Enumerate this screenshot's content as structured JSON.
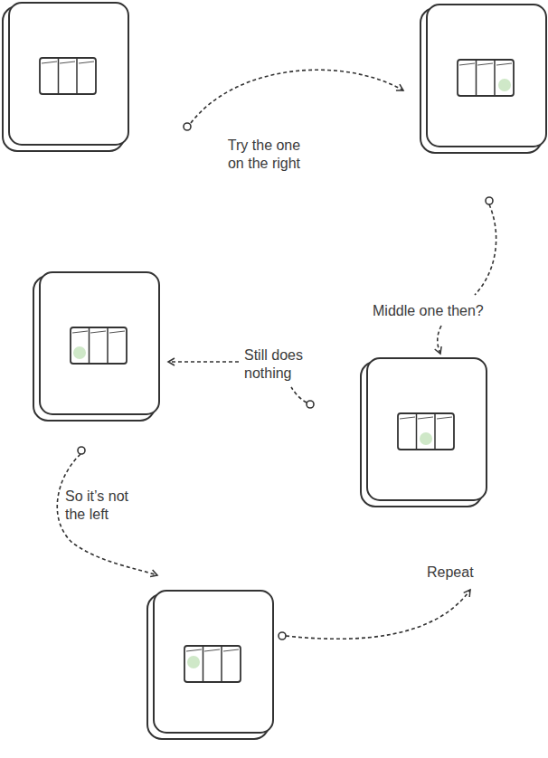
{
  "diagram": {
    "labels": [
      "Try the one on the right",
      "Middle one then?",
      "Still does nothing",
      "So it’s not the left",
      "Repeat"
    ]
  }
}
